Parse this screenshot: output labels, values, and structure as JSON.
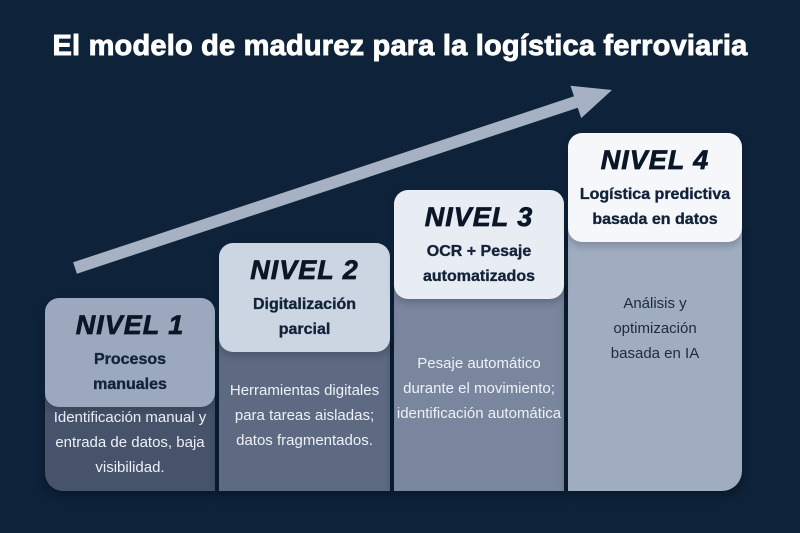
{
  "title": "El modelo de madurez para la logística ferroviaria",
  "colors": {
    "background": "#0e2239",
    "title_text": "#ffffff",
    "arrow": "#a6b1c4",
    "level_name_text": "#0b1627"
  },
  "levels": [
    {
      "name": "NIVEL 1",
      "subtitle": "Procesos manuales",
      "description": "Identificación manual y entrada de datos, baja visibilidad.",
      "header_bg": "#9ba8bd",
      "body_bg": "#46536a",
      "body_text": "#eef2f7"
    },
    {
      "name": "NIVEL 2",
      "subtitle": "Digitalización parcial",
      "description": "Herramientas digitales para tareas aisladas; datos fragmentados.",
      "header_bg": "#ccd5e2",
      "body_bg": "#5d6a82",
      "body_text": "#eef2f7"
    },
    {
      "name": "NIVEL 3",
      "subtitle": "OCR + Pesaje automatizados",
      "description": "Pesaje automático durante el movimiento; identificación automática",
      "header_bg": "#e8ecf3",
      "body_bg": "#79869e",
      "body_text": "#eef2f7"
    },
    {
      "name": "NIVEL 4",
      "subtitle": "Logística predictiva basada en datos",
      "description": "Análisis y optimización basada en IA",
      "header_bg": "#f5f7fa",
      "body_bg": "#a0acc0",
      "body_text": "#1c2b43"
    }
  ]
}
